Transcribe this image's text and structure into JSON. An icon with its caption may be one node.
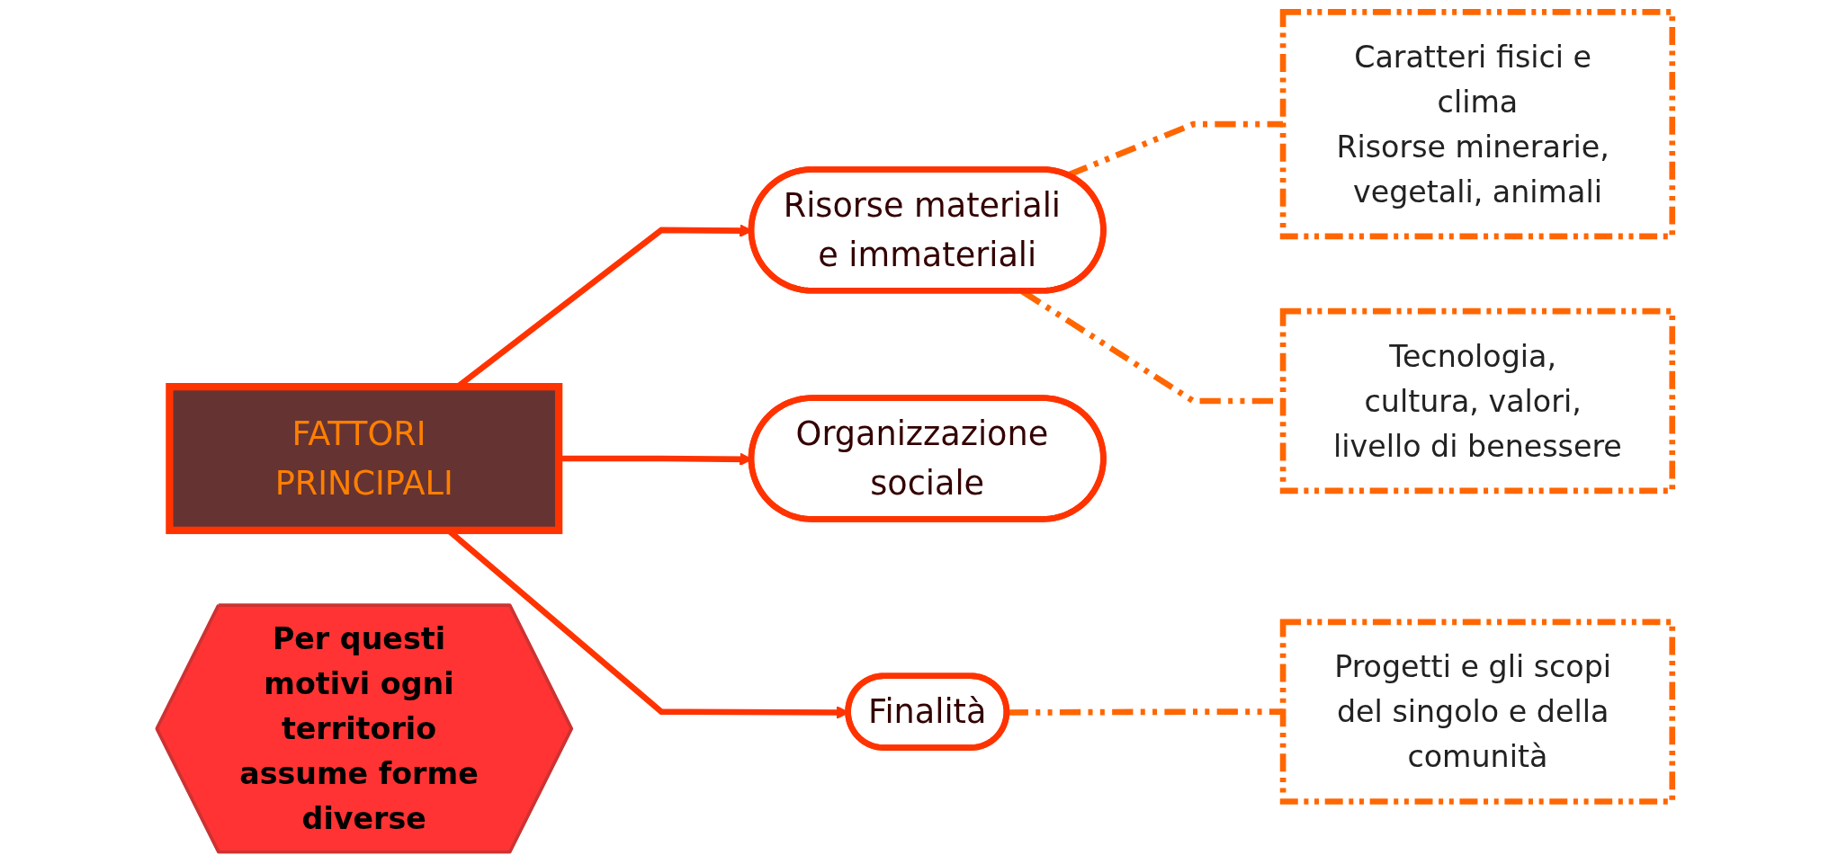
{
  "diagram": {
    "nodes": [
      {
        "text": [
          "FATTORI PRINCIPALI"
        ]
      },
      {
        "text": [
          "Risorse materiali e immateriali"
        ]
      },
      {
        "text": [
          "Caratteri fisici e clima",
          "Risorse minerarie, vegetali, animali"
        ]
      },
      {
        "text": [
          "Organizzazione sociale"
        ]
      },
      {
        "text": [
          "Tecnologia, cultura, valori, livello di benessere"
        ]
      },
      {
        "text": [
          "Finalità"
        ]
      },
      {
        "text": [
          "Progetti e gli scopi del singolo e della comunità"
        ]
      },
      {
        "text": [
          "Per questi motivi ogni territorio assume forme diverse"
        ]
      }
    ],
    "edges": [
      {
        "from": 0,
        "to": 1,
        "arrow": "to"
      },
      {
        "from": 0,
        "to": 3,
        "arrow": "to"
      },
      {
        "from": 0,
        "to": 5,
        "arrow": "to"
      },
      {
        "from": 1,
        "to": 2,
        "arrow": "none",
        "style": "dashed",
        "color": "#ff6600"
      },
      {
        "from": 1,
        "to": 4,
        "arrow": "none",
        "style": "dashed",
        "color": "#ff6600"
      },
      {
        "from": 5,
        "to": 6,
        "arrow": "none",
        "style": "dashed",
        "color": "#ff6600"
      }
    ]
  }
}
